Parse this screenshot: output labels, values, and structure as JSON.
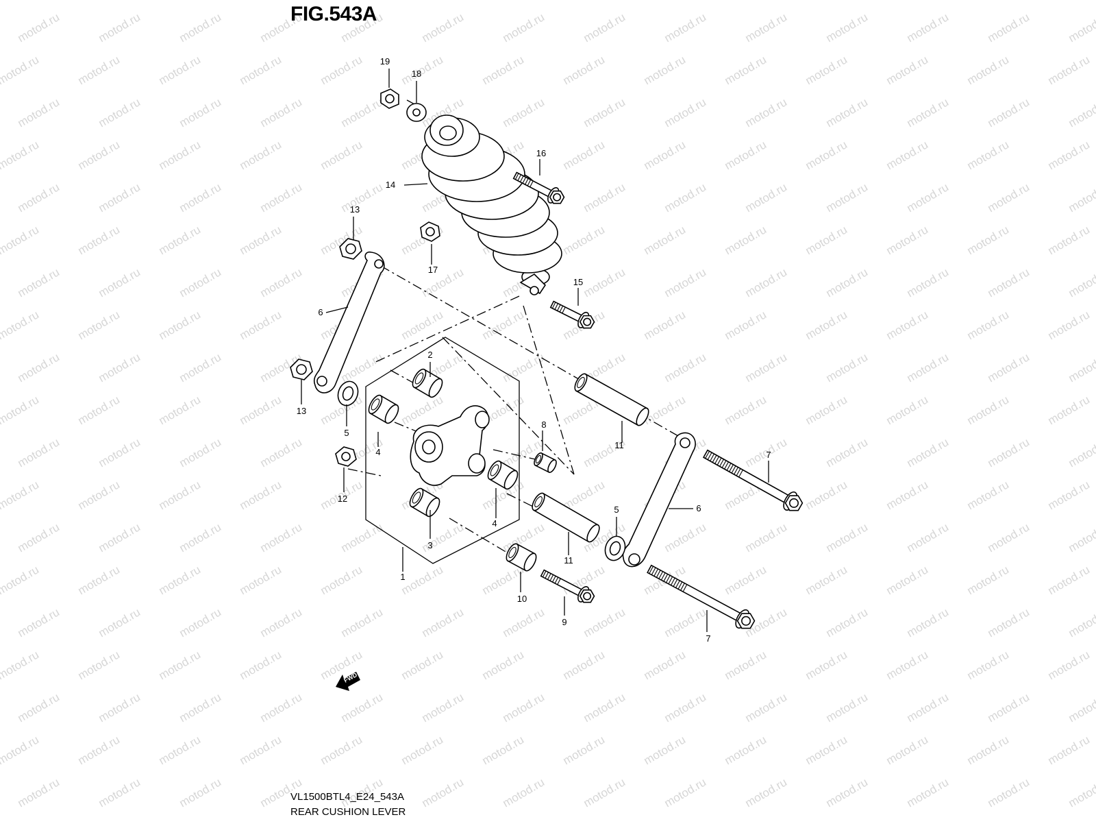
{
  "figure": {
    "title": "FIG.543A",
    "code": "VL1500BTL4_E24_543A",
    "name": "REAR CUSHION LEVER",
    "watermark": "motod.ru",
    "fwd_label": "FWD"
  },
  "callouts": {
    "c1": "1",
    "c2": "2",
    "c3": "3",
    "c4a": "4",
    "c4b": "4",
    "c5a": "5",
    "c5b": "5",
    "c6a": "6",
    "c6b": "6",
    "c7a": "7",
    "c7b": "7",
    "c8": "8",
    "c9": "9",
    "c10": "10",
    "c11a": "11",
    "c11b": "11",
    "c12": "12",
    "c13a": "13",
    "c13b": "13",
    "c14": "14",
    "c15": "15",
    "c16": "16",
    "c17": "17",
    "c18": "18",
    "c19": "19"
  }
}
